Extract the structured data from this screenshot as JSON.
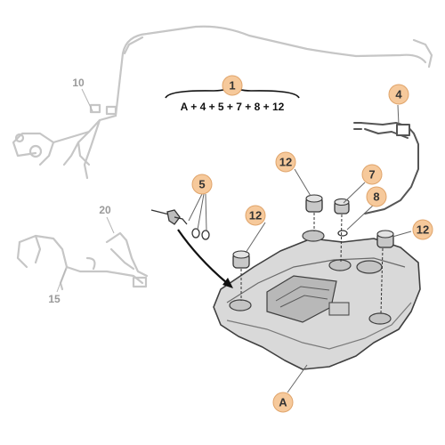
{
  "callouts": {
    "c1": "1",
    "c4": "4",
    "c5": "5",
    "c7": "7",
    "c8": "8",
    "c12a": "12",
    "c12b": "12",
    "c12c": "12",
    "cA": "A"
  },
  "grey_labels": {
    "l10": "10",
    "l15": "15",
    "l20": "20"
  },
  "formula": "A + 4 + 5 + 7 + 8 + 12",
  "colors": {
    "callout_fill": "#f6c99b",
    "callout_stroke": "#e0a46a",
    "tank_fill": "#d6d6d6",
    "line_art": "#444444",
    "faded_parts": "#bdbdbd"
  }
}
